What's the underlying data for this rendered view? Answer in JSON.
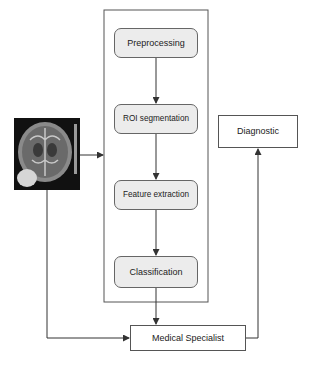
{
  "diagram": {
    "nodes": [
      {
        "text": [
          "Preprocessing"
        ]
      },
      {
        "text": [
          "ROI segmentation"
        ]
      },
      {
        "text": [
          "Feature extraction"
        ]
      },
      {
        "text": [
          "Classification"
        ]
      },
      {
        "text": [
          "Diagnostic"
        ]
      },
      {
        "text": [
          "Medical Specialist"
        ]
      }
    ],
    "edges": [
      {
        "from": 0,
        "to": 1,
        "arrow": "to"
      },
      {
        "from": 1,
        "to": 2,
        "arrow": "to"
      },
      {
        "from": 2,
        "to": 3,
        "arrow": "to"
      },
      {
        "from": 3,
        "to": 5,
        "arrow": "to"
      },
      {
        "from": 5,
        "to": 4,
        "arrow": "to"
      }
    ]
  }
}
